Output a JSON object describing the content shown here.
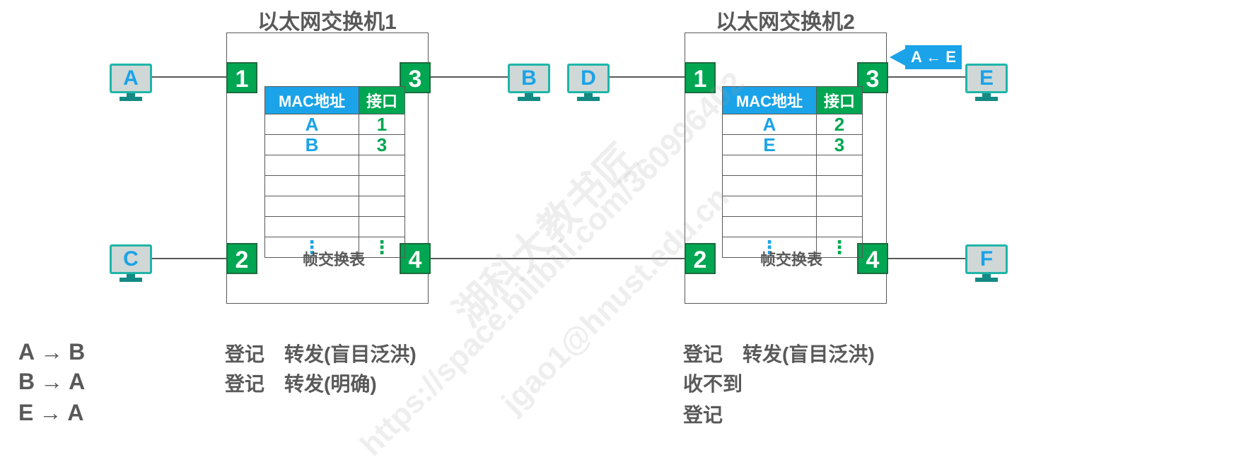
{
  "switch1": {
    "title": "以太网交换机1",
    "ports": [
      "1",
      "2",
      "3",
      "4"
    ],
    "table": {
      "header_mac": "MAC地址",
      "header_port": "接口",
      "rows": [
        [
          "A",
          "1"
        ],
        [
          "B",
          "3"
        ],
        [
          "",
          ""
        ],
        [
          "",
          ""
        ],
        [
          "",
          ""
        ],
        [
          "",
          ""
        ]
      ],
      "dots": "⋮",
      "caption": "帧交换表"
    }
  },
  "switch2": {
    "title": "以太网交换机2",
    "ports": [
      "1",
      "2",
      "3",
      "4"
    ],
    "table": {
      "header_mac": "MAC地址",
      "header_port": "接口",
      "rows": [
        [
          "A",
          "2"
        ],
        [
          "E",
          "3"
        ],
        [
          "",
          ""
        ],
        [
          "",
          ""
        ],
        [
          "",
          ""
        ],
        [
          "",
          ""
        ]
      ],
      "dots": "⋮",
      "caption": "帧交换表"
    }
  },
  "hosts": {
    "A": "A",
    "B": "B",
    "C": "C",
    "D": "D",
    "E": "E",
    "F": "F"
  },
  "frame_tag": "A ← E",
  "flows": [
    {
      "from": "A",
      "arrow": "→",
      "to": "B"
    },
    {
      "from": "B",
      "arrow": "→",
      "to": "A"
    },
    {
      "from": "E",
      "arrow": "→",
      "to": "A"
    }
  ],
  "switch1_actions": [
    "登记　转发(盲目泛洪)",
    "登记　转发(明确)"
  ],
  "switch2_actions": [
    "登记　转发(盲目泛洪)",
    "收不到",
    "登记"
  ],
  "watermark": [
    "湖科大教书匠",
    "https://space.bilibili.com/360996402",
    "jgao1@hnust.edu.cn"
  ],
  "colors": {
    "port_green": "#00a651",
    "mac_blue": "#1aa3e8",
    "host_teal": "#1fb5a8",
    "text_gray": "#595959"
  }
}
